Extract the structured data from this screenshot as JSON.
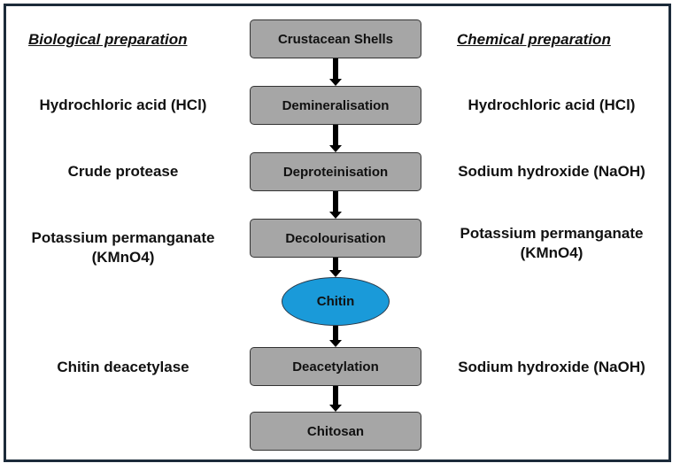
{
  "headings": {
    "left": "Biological preparation",
    "right": "Chemical preparation"
  },
  "steps": {
    "shells": "Crustacean Shells",
    "demineralisation": "Demineralisation",
    "deproteinisation": "Deproteinisation",
    "decolourisation": "Decolourisation",
    "chitin": "Chitin",
    "deacetylation": "Deacetylation",
    "chitosan": "Chitosan"
  },
  "biological": {
    "demineralisation": "Hydrochloric acid (HCl)",
    "deproteinisation": "Crude protease",
    "decolourisation_line1": "Potassium permanganate",
    "decolourisation_line2": "(KMnO4)",
    "deacetylation": "Chitin deacetylase"
  },
  "chemical": {
    "demineralisation": "Hydrochloric acid (HCl)",
    "deproteinisation": "Sodium hydroxide (NaOH)",
    "decolourisation_line1": "Potassium permanganate",
    "decolourisation_line2": "(KMnO4)",
    "deacetylation": "Sodium hydroxide (NaOH)"
  },
  "colors": {
    "step_box": "#a6a6a6",
    "chitin_ellipse": "#1a9ad9",
    "frame": "#1c2b3a"
  }
}
